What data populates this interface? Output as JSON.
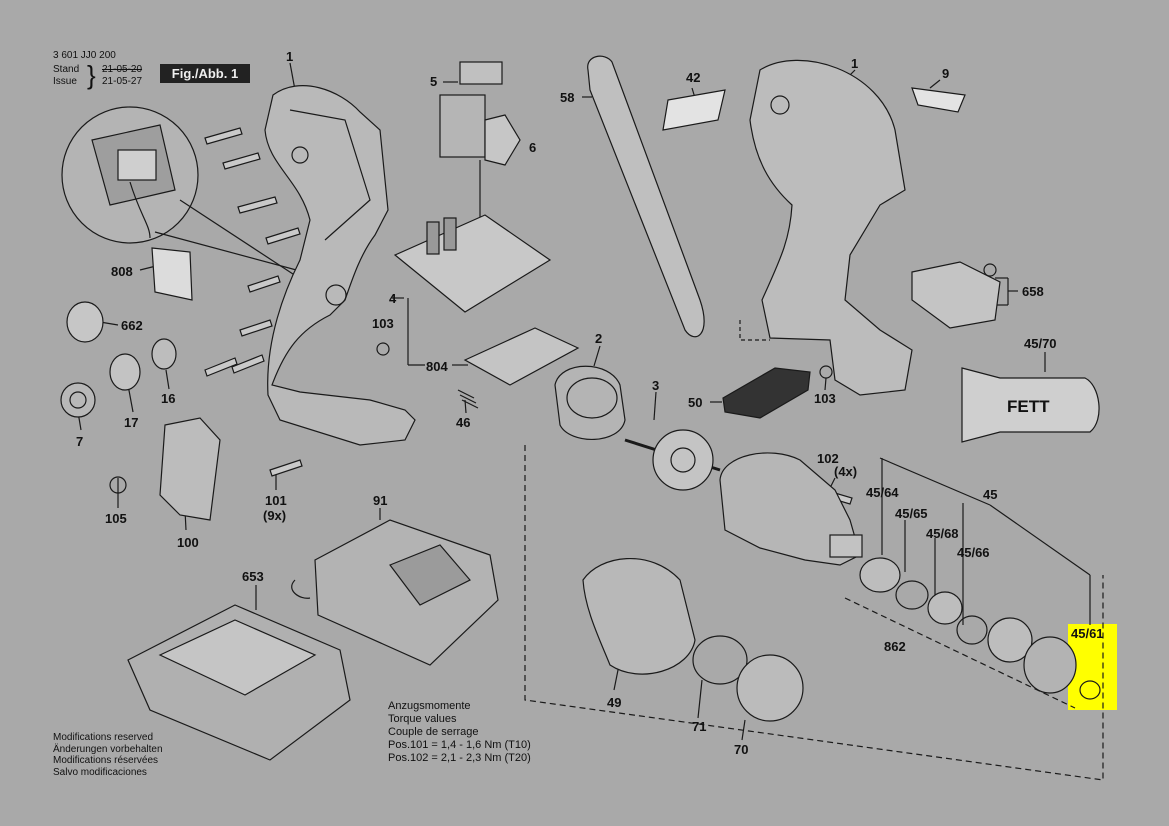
{
  "header": {
    "doc_number": "3 601 JJ0 200",
    "stand_label": "Stand",
    "issue_label": "Issue",
    "stand_date": "21-05-20",
    "issue_date": "21-05-27",
    "figure_label": "Fig./Abb. 1"
  },
  "labels": {
    "p1_left": "1",
    "p1_right": "1",
    "p5": "5",
    "p6": "6",
    "p4": "4",
    "p58": "58",
    "p42": "42",
    "p9": "9",
    "p808": "808",
    "p662": "662",
    "p103_left": "103",
    "p804": "804",
    "p2": "2",
    "p3": "3",
    "p7": "7",
    "p17": "17",
    "p16": "16",
    "p46": "46",
    "p658": "658",
    "p45_70": "45/70",
    "p50": "50",
    "p103_right": "103",
    "p102": "102",
    "p102_qty": "(4x)",
    "p45_64": "45/64",
    "p45_65": "45/65",
    "p45": "45",
    "p45_68": "45/68",
    "p45_66": "45/66",
    "p105": "105",
    "p100": "100",
    "p101": "101",
    "p101_qty": "(9x)",
    "p91": "91",
    "p653": "653",
    "p862": "862",
    "p45_61": "45/61",
    "p49": "49",
    "p71": "71",
    "p70": "70",
    "fett": "FETT"
  },
  "notes": [
    "Modifications reserved",
    "Änderungen vorbehalten",
    "Modifications réservées",
    "Salvo modificaciones"
  ],
  "torque": {
    "lines": [
      "Anzugsmomente",
      "Torque values",
      "Couple de serrage"
    ],
    "pos101": "Pos.101 = 1,4 - 1,6 Nm (T10)",
    "pos102": "Pos.102 = 2,1 - 2,3 Nm (T20)"
  },
  "highlight_color": "#ffff00"
}
